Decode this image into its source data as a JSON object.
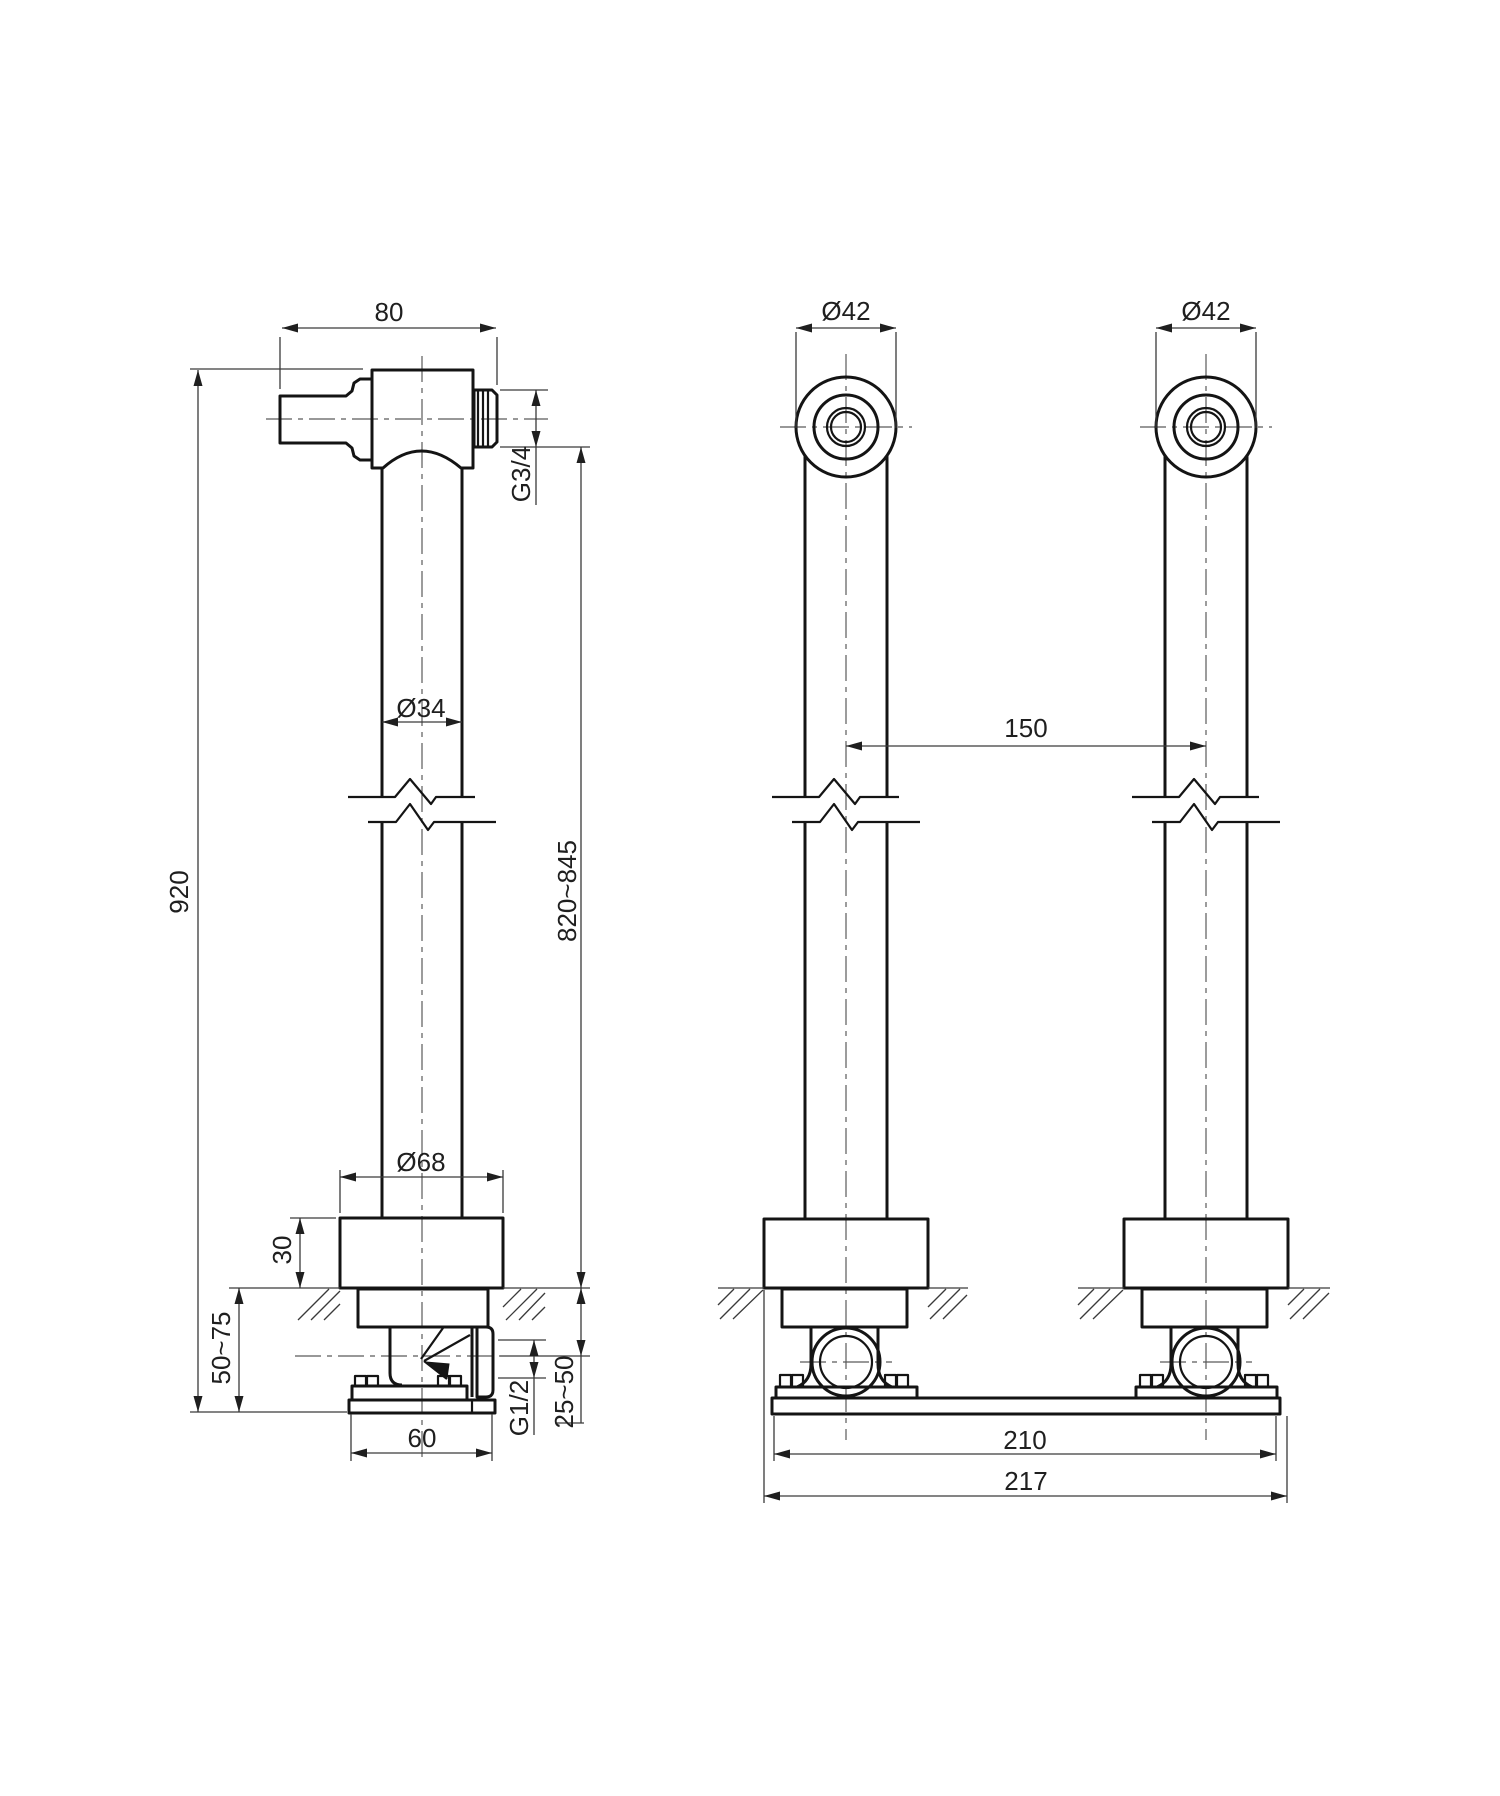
{
  "page": {
    "background": "#ffffff",
    "line_color": "#141414"
  },
  "side_view": {
    "dims": {
      "head_width": "80",
      "outlet_thread": "G3/4",
      "pipe_diameter": "Ø34",
      "total_height": "920",
      "height_above_floor": "820~845",
      "base_diameter": "Ø68",
      "base_height": "30",
      "floor_depth": "50~75",
      "inlet_depth": "25~50",
      "inlet_thread": "G1/2",
      "base_plate_width": "60"
    }
  },
  "front_view": {
    "dims": {
      "left_head_diameter": "Ø42",
      "right_head_diameter": "Ø42",
      "pipe_spacing": "150",
      "bracket_inner_width": "210",
      "bracket_outer_width": "217"
    }
  }
}
